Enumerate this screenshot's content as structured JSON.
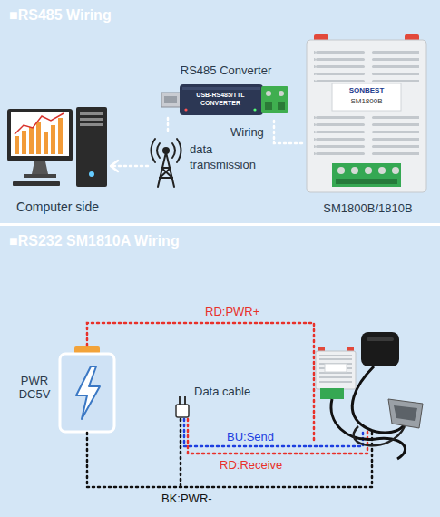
{
  "diagram": {
    "nodes": [
      {
        "text": [
          "■RS485 Wiring"
        ]
      },
      {
        "text": [
          "Computer side"
        ],
        "in": 0
      },
      {
        "text": [
          "data transmission"
        ],
        "in": 0
      },
      {
        "text": [
          "RS485 Converter",
          "USB-RS485/TTL CONVERTER"
        ],
        "in": 0
      },
      {
        "text": [
          "SONBEST",
          "SM1800B",
          "SM1800B/1810B"
        ],
        "in": 0
      },
      {
        "text": [
          "■RS232 SM1810A Wiring"
        ]
      },
      {
        "text": [
          "PWR DC5V"
        ],
        "in": 5
      }
    ],
    "edges": [
      {
        "from": 3,
        "to": 2,
        "arrow": "none"
      },
      {
        "from": 2,
        "to": 1,
        "arrow": "to"
      },
      {
        "from": 4,
        "to": 3,
        "label": "Wiring",
        "arrow": "none"
      }
    ],
    "labels": [
      "RD:PWR+",
      "Data cable",
      "BU:Send",
      "RD:Receive",
      "BK:PWR-"
    ]
  }
}
